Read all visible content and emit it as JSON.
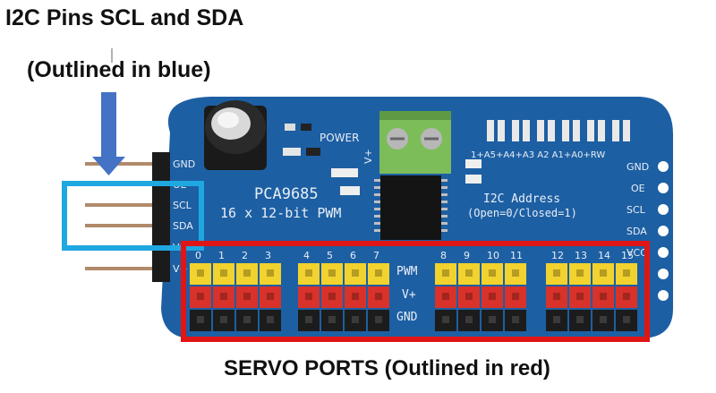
{
  "captions": {
    "title_line1": "I2C Pins SCL and SDA",
    "title_line2": "(Outlined in blue)",
    "bottom": "SERVO PORTS (Outlined in red)"
  },
  "board": {
    "chip_label": "PCA9685",
    "chip_sub": "16 x 12-bit PWM",
    "power_label": "POWER",
    "vplus_label": "V+",
    "address_bits": "1+A5+A4+A3 A2 A1+A0+RW",
    "address_title": "I2C Address",
    "address_sub": "(Open=0/Closed=1)",
    "left_pins": [
      "GND",
      "OE",
      "SCL",
      "SDA",
      "VCC",
      "V+"
    ],
    "right_pins": [
      "GND",
      "OE",
      "SCL",
      "SDA",
      "VCC"
    ],
    "row_labels": [
      "PWM",
      "V+",
      "GND"
    ],
    "channel_groups": [
      [
        "0",
        "1",
        "2",
        "3"
      ],
      [
        "4",
        "5",
        "6",
        "7"
      ],
      [
        "8",
        "9",
        "10",
        "11"
      ],
      [
        "12",
        "13",
        "14",
        "15"
      ]
    ]
  },
  "colors": {
    "board": "#1d5fa3",
    "i2c_outline": "#1fa7e0",
    "servo_outline": "#e01515",
    "arrow": "#4472c4"
  }
}
